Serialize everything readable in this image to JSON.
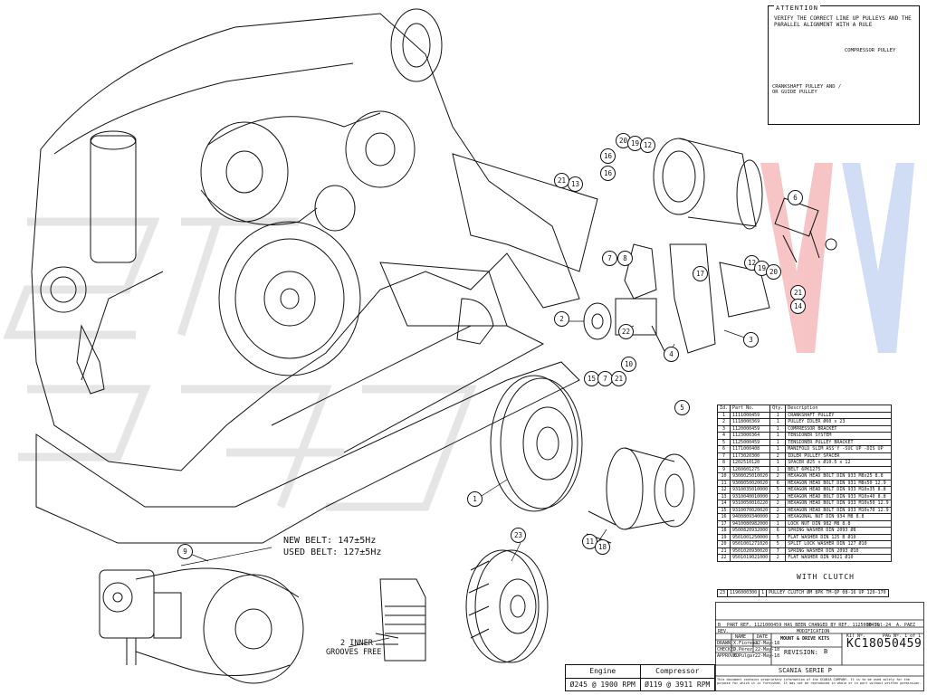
{
  "attention": {
    "title": "ATTENTION",
    "text": "VERIFY THE CORRECT LINE UP PULLEYS AND THE PARALLEL ALIGNMENT WITH A RULE",
    "compressor_label": "COMPRESSOR PULLEY",
    "crankshaft_label": "CRANKSHAFT PULLEY AND / OR GUIDE PULLEY"
  },
  "belt_note": {
    "new_belt": "NEW BELT: 147±5Hz",
    "used_belt": "USED BELT: 127±5Hz"
  },
  "grooves_note": {
    "line1": "2 INNER",
    "line2": "GROOVES FREE"
  },
  "callouts": [
    "20",
    "19",
    "12",
    "16",
    "16",
    "13",
    "21",
    "6",
    "7",
    "8",
    "17",
    "12",
    "19",
    "20",
    "21",
    "14",
    "2",
    "22",
    "3",
    "4",
    "10",
    "15",
    "7",
    "21",
    "1",
    "11",
    "18",
    "9",
    "23",
    "5"
  ],
  "bom": {
    "headers": [
      "Id.",
      "Part No.",
      "Qty.",
      "Description"
    ],
    "rows": [
      [
        "1",
        "1111000459",
        "1",
        "CRANKSHAFT PULLEY"
      ],
      [
        "2",
        "1118000369",
        "1",
        "PULLEY IDLER Ø60 x 23"
      ],
      [
        "3",
        "1120000459",
        "1",
        "COMPRESSOR BRACKET"
      ],
      [
        "4",
        "1123000364",
        "1",
        "TENSIONER SYSTEM"
      ],
      [
        "5",
        "1125000459",
        "1",
        "TENSIONER PULLEY BRACKET"
      ],
      [
        "6",
        "1171000408",
        "1",
        "MANIFOLD SLIM ASS'Y -SUC UP -DIS UP"
      ],
      [
        "7",
        "1173020300",
        "2",
        "IDLER PULLEY SPACER"
      ],
      [
        "8",
        "1202510120",
        "1",
        "SPACER Ø25 x Ø10.5 x 12"
      ],
      [
        "9",
        "1260601275",
        "1",
        "BELT 6PK1275"
      ],
      [
        "10",
        "9308025010020",
        "2",
        "HEXAGON HEAD BOLT DIN 933 M8x25 8.8"
      ],
      [
        "11",
        "9308050020020",
        "6",
        "HEXAGON HEAD BOLT DIN 931 M8x50 12.9"
      ],
      [
        "12",
        "9310035010000",
        "5",
        "HEXAGON HEAD BOLT DIN 933 M10x35 8.8"
      ],
      [
        "13",
        "9310040010000",
        "2",
        "HEXAGON HEAD BOLT DIN 933 M10x40 8.8"
      ],
      [
        "14",
        "9310050010220",
        "2",
        "HEXAGON HEAD BOLT DIN 933 M10x50 12.9"
      ],
      [
        "15",
        "9310070020020",
        "2",
        "HEXAGON HEAD BOLT DIN 933 M10x70 12.9"
      ],
      [
        "16",
        "9400809340000",
        "2",
        "HEXAGONAL NUT DIN 934 M8 8.8"
      ],
      [
        "17",
        "9410080982000",
        "1",
        "LOCK NUT DIN 982 M8 8.8"
      ],
      [
        "18",
        "9500820932000",
        "6",
        "SPRING WASHER DIN 2093 Ø8"
      ],
      [
        "19",
        "9501001250000",
        "5",
        "FLAT WASHER DIN 125 B Ø10"
      ],
      [
        "20",
        "9501001271020",
        "5",
        "SPLIT LOCK WASHER DIN 127 Ø10"
      ],
      [
        "21",
        "9501020930020",
        "7",
        "SPRING WASHER DIN 2093 Ø10"
      ],
      [
        "22",
        "9501019021000",
        "2",
        "FLAT WASHER DIN 9021 Ø10"
      ]
    ]
  },
  "with_clutch": {
    "title": "WITH CLUTCH",
    "row": [
      "23",
      "1196000300",
      "1",
      "PULLEY CLUTCH ØM 8PK TM-QP 08-16 UP 120-170"
    ]
  },
  "title_block": {
    "change_note": "PART REF. 1121000459 HAS BEEN CHANGED BY REF. 1125000459",
    "change_date": "30-Jul-24",
    "change_by": "A. PAEZ",
    "change_rev": "B",
    "rev_label": "REV.",
    "modification_label": "MODIFICATION",
    "name_label": "NAME",
    "date_label": "DATE",
    "drawn_label": "DRAWN",
    "drawn_name": "X.Fiorema",
    "drawn_date": "22-May-18",
    "checked_label": "CHECKED",
    "checked_name": "J.Pérez",
    "checked_date": "22-May-18",
    "approved_label": "APPROVED",
    "approved_name": "X.Pulgar",
    "approved_date": "22-May-18",
    "company_line": "MOUNT & DRIVE KITS",
    "revision_label": "REVISION:",
    "revision_value": "B",
    "kit_label": "KIT Nº.",
    "page_label": "PAG Nº. 1 of 1",
    "kit_number": "KC18050459",
    "model": "SCANIA SERIE P",
    "legal": "This document contains proprietary information of the SCANIA COMPANY. It is to be used solely for the purpose for which it is furnished. It may not be reproduced in whole or in part without written permission."
  },
  "rpm": {
    "engine_label": "Engine",
    "engine_value": "Ø245 @ 1900 RPM",
    "compressor_label": "Compressor",
    "compressor_value": "Ø119 @ 3911 RPM"
  }
}
